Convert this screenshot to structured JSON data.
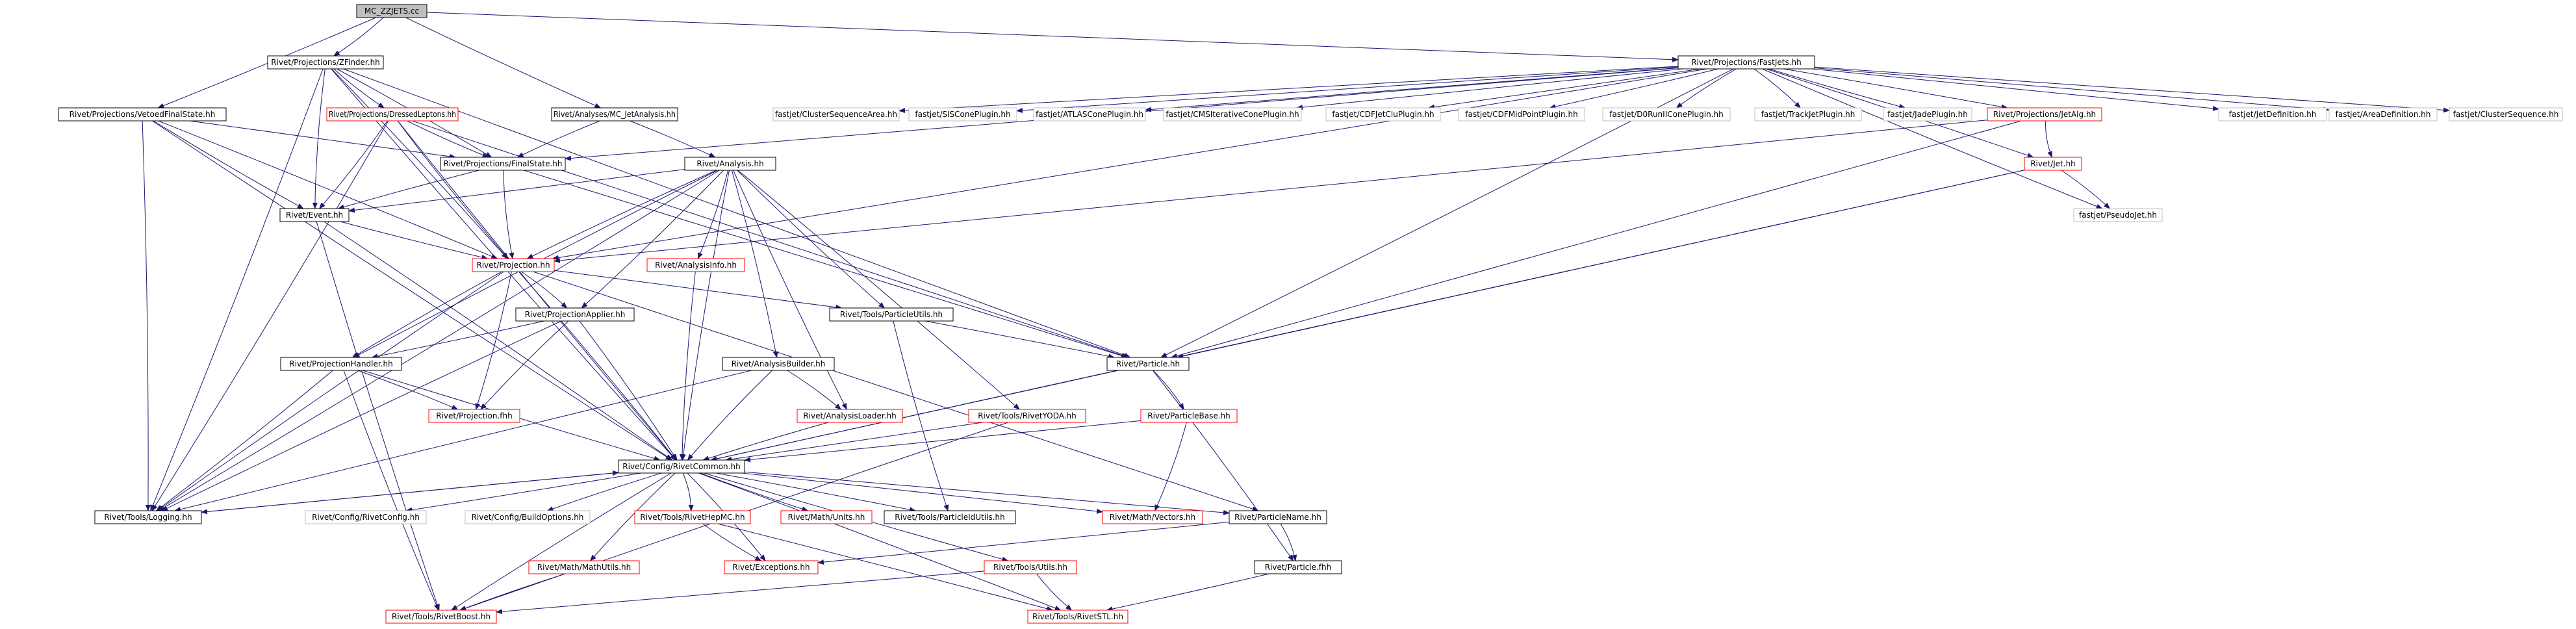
{
  "graph_title": "MC_ZZJETS.cc",
  "colors": {
    "root_fill": "#bfbfbf",
    "documented_border": "#000000",
    "undocumented_border": "#ff0000",
    "external_border": "#bfbfbf",
    "edge": "#191970",
    "text": "#000000"
  },
  "nodes": [
    {
      "id": "root",
      "label": "MC_ZZJETS.cc",
      "kind": "root",
      "icon": "none"
    },
    {
      "id": "fastjets",
      "label": "Rivet/Projections/FastJets.hh",
      "kind": "documented"
    },
    {
      "id": "zfinder",
      "label": "Rivet/Projections/ZFinder.hh",
      "kind": "documented"
    },
    {
      "id": "mcjet",
      "label": "Rivet/Analyses/MC_JetAnalysis.hh",
      "kind": "documented"
    },
    {
      "id": "vetoedfs",
      "label": "Rivet/Projections/VetoedFinalState.hh",
      "kind": "documented"
    },
    {
      "id": "dressed",
      "label": "Rivet/Projections/DressedLeptons.hh",
      "kind": "undocumented"
    },
    {
      "id": "finalstate",
      "label": "Rivet/Projections/FinalState.hh",
      "kind": "documented"
    },
    {
      "id": "analysis",
      "label": "Rivet/Analysis.hh",
      "kind": "documented"
    },
    {
      "id": "event",
      "label": "Rivet/Event.hh",
      "kind": "documented"
    },
    {
      "id": "projection",
      "label": "Rivet/Projection.hh",
      "kind": "undocumented"
    },
    {
      "id": "analysisinfo",
      "label": "Rivet/AnalysisInfo.hh",
      "kind": "undocumented"
    },
    {
      "id": "particleutils",
      "label": "Rivet/Tools/ParticleUtils.hh",
      "kind": "documented"
    },
    {
      "id": "projapplier",
      "label": "Rivet/ProjectionApplier.hh",
      "kind": "documented"
    },
    {
      "id": "projhandler",
      "label": "Rivet/ProjectionHandler.hh",
      "kind": "documented"
    },
    {
      "id": "projfhh",
      "label": "Rivet/Projection.fhh",
      "kind": "undocumented"
    },
    {
      "id": "analysisbuilder",
      "label": "Rivet/AnalysisBuilder.hh",
      "kind": "documented"
    },
    {
      "id": "analysisloader",
      "label": "Rivet/AnalysisLoader.hh",
      "kind": "undocumented"
    },
    {
      "id": "rivetyoda",
      "label": "Rivet/Tools/RivetYODA.hh",
      "kind": "undocumented"
    },
    {
      "id": "particle",
      "label": "Rivet/Particle.hh",
      "kind": "documented"
    },
    {
      "id": "particlebase",
      "label": "Rivet/ParticleBase.hh",
      "kind": "undocumented"
    },
    {
      "id": "rivetcommon",
      "label": "Rivet/Config/RivetCommon.hh",
      "kind": "documented"
    },
    {
      "id": "logging",
      "label": "Rivet/Tools/Logging.hh",
      "kind": "documented"
    },
    {
      "id": "rivetconfig",
      "label": "Rivet/Config/RivetConfig.hh",
      "kind": "external"
    },
    {
      "id": "buildoptions",
      "label": "Rivet/Config/BuildOptions.hh",
      "kind": "external"
    },
    {
      "id": "rivethepmc",
      "label": "Rivet/Tools/RivetHepMC.hh",
      "kind": "undocumented"
    },
    {
      "id": "mathunits",
      "label": "Rivet/Math/Units.hh",
      "kind": "undocumented"
    },
    {
      "id": "particleidutils",
      "label": "Rivet/Tools/ParticleIdUtils.hh",
      "kind": "documented"
    },
    {
      "id": "mathvectors",
      "label": "Rivet/Math/Vectors.hh",
      "kind": "undocumented"
    },
    {
      "id": "particlename",
      "label": "Rivet/ParticleName.hh",
      "kind": "documented"
    },
    {
      "id": "mathutils",
      "label": "Rivet/Math/MathUtils.hh",
      "kind": "undocumented"
    },
    {
      "id": "exceptions",
      "label": "Rivet/Exceptions.hh",
      "kind": "undocumented"
    },
    {
      "id": "toolsutils",
      "label": "Rivet/Tools/Utils.hh",
      "kind": "undocumented"
    },
    {
      "id": "particlefhh",
      "label": "Rivet/Particle.fhh",
      "kind": "documented"
    },
    {
      "id": "rivetboost",
      "label": "Rivet/Tools/RivetBoost.hh",
      "kind": "undocumented"
    },
    {
      "id": "rivetstl",
      "label": "Rivet/Tools/RivetSTL.hh",
      "kind": "undocumented"
    },
    {
      "id": "clusterseqarea",
      "label": "fastjet/ClusterSequenceArea.hh",
      "kind": "external"
    },
    {
      "id": "siscone",
      "label": "fastjet/SISConePlugin.hh",
      "kind": "external"
    },
    {
      "id": "atlascone",
      "label": "fastjet/ATLASConePlugin.hh",
      "kind": "external"
    },
    {
      "id": "cmsitcone",
      "label": "fastjet/CMSIterativeConePlugin.hh",
      "kind": "external"
    },
    {
      "id": "cdfjetclu",
      "label": "fastjet/CDFJetCluPlugin.hh",
      "kind": "external"
    },
    {
      "id": "cdfmidpoint",
      "label": "fastjet/CDFMidPointPlugin.hh",
      "kind": "external"
    },
    {
      "id": "d0runii",
      "label": "fastjet/D0RunIIConePlugin.hh",
      "kind": "external"
    },
    {
      "id": "trackjet",
      "label": "fastjet/TrackJetPlugin.hh",
      "kind": "external"
    },
    {
      "id": "jade",
      "label": "fastjet/JadePlugin.hh",
      "kind": "external"
    },
    {
      "id": "jetalg",
      "label": "Rivet/Projections/JetAlg.hh",
      "kind": "undocumented"
    },
    {
      "id": "jetdef",
      "label": "fastjet/JetDefinition.hh",
      "kind": "external"
    },
    {
      "id": "areadef",
      "label": "fastjet/AreaDefinition.hh",
      "kind": "external"
    },
    {
      "id": "clusterseq",
      "label": "fastjet/ClusterSequence.hh",
      "kind": "external"
    },
    {
      "id": "jet",
      "label": "Rivet/Jet.hh",
      "kind": "undocumented"
    },
    {
      "id": "pseudojet",
      "label": "fastjet/PseudoJet.hh",
      "kind": "external"
    }
  ],
  "edges": [
    [
      "root",
      "fastjets"
    ],
    [
      "root",
      "zfinder"
    ],
    [
      "root",
      "mcjet"
    ],
    [
      "root",
      "vetoedfs"
    ],
    [
      "fastjets",
      "clusterseqarea"
    ],
    [
      "fastjets",
      "siscone"
    ],
    [
      "fastjets",
      "atlascone"
    ],
    [
      "fastjets",
      "cmsitcone"
    ],
    [
      "fastjets",
      "cdfjetclu"
    ],
    [
      "fastjets",
      "cdfmidpoint"
    ],
    [
      "fastjets",
      "d0runii"
    ],
    [
      "fastjets",
      "trackjet"
    ],
    [
      "fastjets",
      "jade"
    ],
    [
      "fastjets",
      "jetalg"
    ],
    [
      "fastjets",
      "jetdef"
    ],
    [
      "fastjets",
      "areadef"
    ],
    [
      "fastjets",
      "clusterseq"
    ],
    [
      "fastjets",
      "jet"
    ],
    [
      "fastjets",
      "pseudojet"
    ],
    [
      "fastjets",
      "finalstate"
    ],
    [
      "fastjets",
      "projection"
    ],
    [
      "fastjets",
      "particle"
    ],
    [
      "zfinder",
      "dressed"
    ],
    [
      "zfinder",
      "finalstate"
    ],
    [
      "zfinder",
      "event"
    ],
    [
      "zfinder",
      "projection"
    ],
    [
      "zfinder",
      "rivetcommon"
    ],
    [
      "zfinder",
      "logging"
    ],
    [
      "zfinder",
      "particle"
    ],
    [
      "mcjet",
      "analysis"
    ],
    [
      "mcjet",
      "finalstate"
    ],
    [
      "vetoedfs",
      "finalstate"
    ],
    [
      "vetoedfs",
      "event"
    ],
    [
      "vetoedfs",
      "projection"
    ],
    [
      "vetoedfs",
      "rivetcommon"
    ],
    [
      "vetoedfs",
      "logging"
    ],
    [
      "dressed",
      "finalstate"
    ],
    [
      "dressed",
      "event"
    ],
    [
      "dressed",
      "projection"
    ],
    [
      "dressed",
      "particle"
    ],
    [
      "dressed",
      "rivetcommon"
    ],
    [
      "dressed",
      "logging"
    ],
    [
      "finalstate",
      "projection"
    ],
    [
      "finalstate",
      "particle"
    ],
    [
      "finalstate",
      "event"
    ],
    [
      "analysis",
      "event"
    ],
    [
      "analysis",
      "projection"
    ],
    [
      "analysis",
      "analysisinfo"
    ],
    [
      "analysis",
      "particleutils"
    ],
    [
      "analysis",
      "projapplier"
    ],
    [
      "analysis",
      "projhandler"
    ],
    [
      "analysis",
      "analysisbuilder"
    ],
    [
      "analysis",
      "analysisloader"
    ],
    [
      "analysis",
      "rivetyoda"
    ],
    [
      "analysis",
      "rivetcommon"
    ],
    [
      "analysis",
      "logging"
    ],
    [
      "event",
      "projection"
    ],
    [
      "event",
      "rivetcommon"
    ],
    [
      "event",
      "rivetboost"
    ],
    [
      "projection",
      "projapplier"
    ],
    [
      "projection",
      "projhandler"
    ],
    [
      "projection",
      "projfhh"
    ],
    [
      "projection",
      "particleutils"
    ],
    [
      "projection",
      "rivetcommon"
    ],
    [
      "projection",
      "logging"
    ],
    [
      "projection",
      "particlename"
    ],
    [
      "analysisinfo",
      "rivetcommon"
    ],
    [
      "particleutils",
      "particle"
    ],
    [
      "particleutils",
      "particleidutils"
    ],
    [
      "projapplier",
      "projhandler"
    ],
    [
      "projapplier",
      "projfhh"
    ],
    [
      "projapplier",
      "rivetcommon"
    ],
    [
      "projapplier",
      "logging"
    ],
    [
      "projhandler",
      "projfhh"
    ],
    [
      "projhandler",
      "rivetcommon"
    ],
    [
      "projhandler",
      "logging"
    ],
    [
      "projhandler",
      "rivetboost"
    ],
    [
      "analysisbuilder",
      "analysisloader"
    ],
    [
      "analysisbuilder",
      "rivetcommon"
    ],
    [
      "analysisbuilder",
      "logging"
    ],
    [
      "analysisloader",
      "rivetcommon"
    ],
    [
      "rivetyoda",
      "rivetcommon"
    ],
    [
      "rivetyoda",
      "rivetboost"
    ],
    [
      "particle",
      "particlebase"
    ],
    [
      "particle",
      "rivetcommon"
    ],
    [
      "particle",
      "particlefhh"
    ],
    [
      "particlebase",
      "rivetcommon"
    ],
    [
      "particlebase",
      "mathvectors"
    ],
    [
      "rivetcommon",
      "logging"
    ],
    [
      "rivetcommon",
      "rivetconfig"
    ],
    [
      "rivetcommon",
      "buildoptions"
    ],
    [
      "rivetcommon",
      "rivethepmc"
    ],
    [
      "rivetcommon",
      "mathunits"
    ],
    [
      "rivetcommon",
      "particleidutils"
    ],
    [
      "rivetcommon",
      "mathvectors"
    ],
    [
      "rivetcommon",
      "particlename"
    ],
    [
      "rivetcommon",
      "mathutils"
    ],
    [
      "rivetcommon",
      "exceptions"
    ],
    [
      "rivetcommon",
      "toolsutils"
    ],
    [
      "rivetcommon",
      "rivetstl"
    ],
    [
      "rivetcommon",
      "rivetboost"
    ],
    [
      "logging",
      "rivetcommon"
    ],
    [
      "rivethepmc",
      "exceptions"
    ],
    [
      "rivethepmc",
      "rivetstl"
    ],
    [
      "particlename",
      "exceptions"
    ],
    [
      "particlename",
      "particlefhh"
    ],
    [
      "mathutils",
      "rivetboost"
    ],
    [
      "toolsutils",
      "rivetboost"
    ],
    [
      "toolsutils",
      "rivetstl"
    ],
    [
      "particlefhh",
      "rivetstl"
    ],
    [
      "jetalg",
      "jet"
    ],
    [
      "jetalg",
      "projection"
    ],
    [
      "jetalg",
      "particle"
    ],
    [
      "jet",
      "pseudojet"
    ],
    [
      "jet",
      "particle"
    ],
    [
      "jet",
      "rivetcommon"
    ]
  ]
}
